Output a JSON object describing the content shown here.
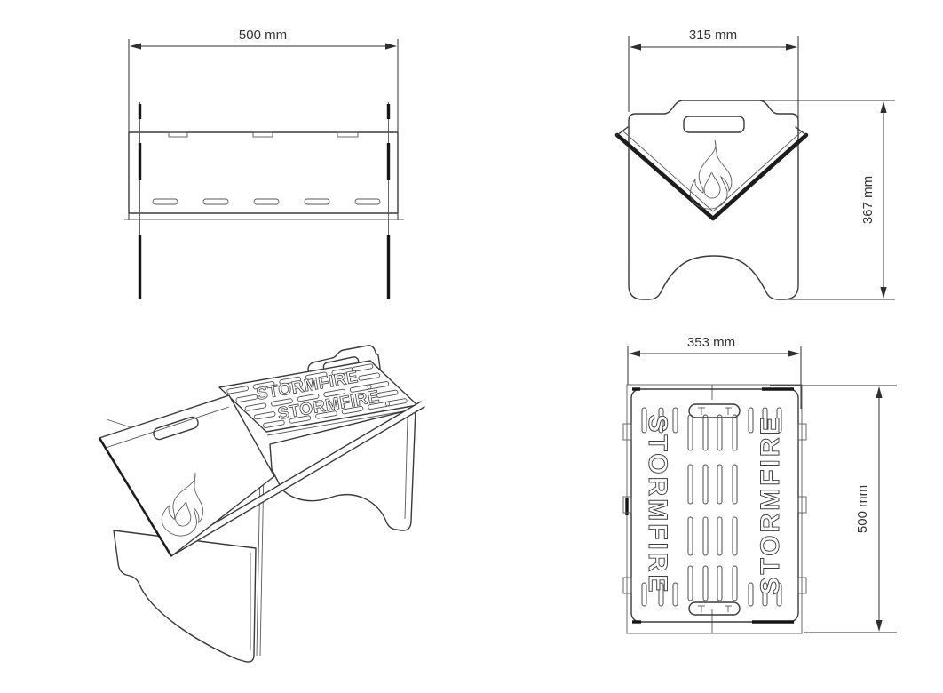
{
  "drawing": {
    "background_color": "#ffffff",
    "line_color": "#3a3a3a",
    "views": {
      "side_view": {
        "width_label": "500 mm"
      },
      "end_panel_view": {
        "width_label": "315 mm",
        "height_label": "367 mm"
      },
      "perspective_view": {
        "plate_text_back": "STORMFIRE",
        "plate_text_front": "STORMFIRE"
      },
      "top_view": {
        "width_label": "353 mm",
        "height_label": "500 mm",
        "plate_text_left": "STORMFIRE",
        "plate_text_right": "STORMFIRE"
      }
    }
  }
}
